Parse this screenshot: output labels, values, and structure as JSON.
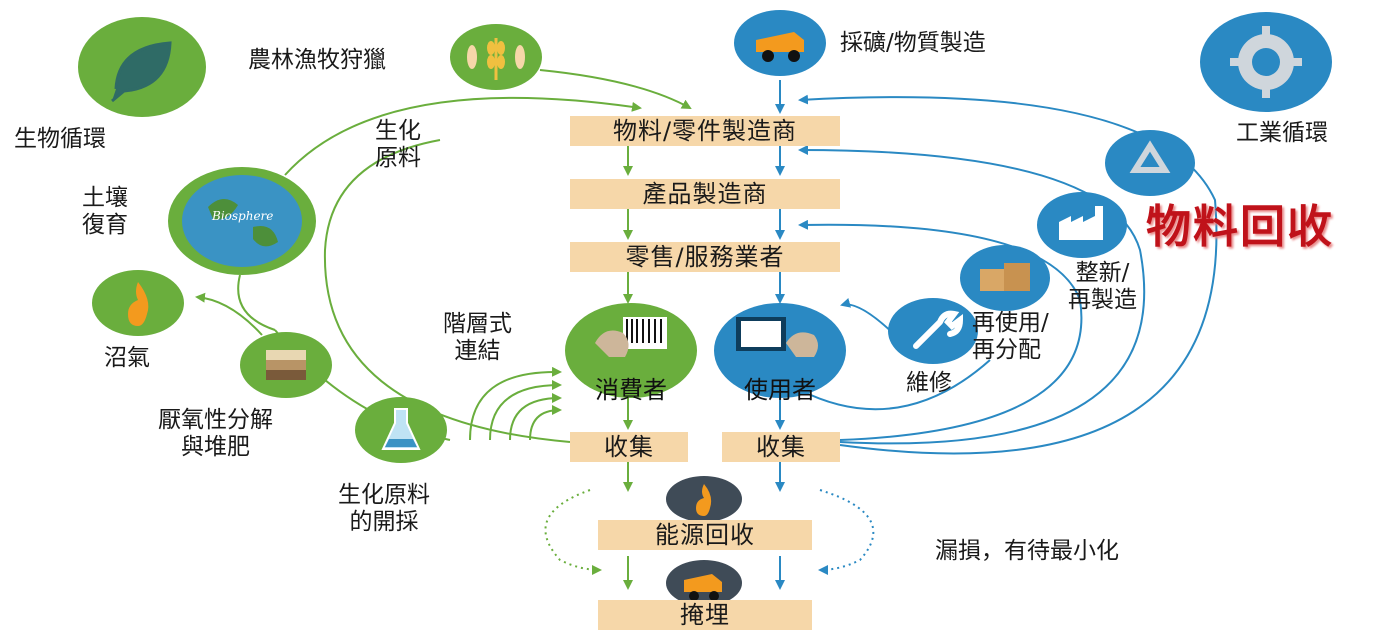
{
  "colors": {
    "bio_green": "#6aae3d",
    "tech_blue": "#2a89c3",
    "box_fill": "#f6d7a9",
    "highlight_red": "#c0121a"
  },
  "diagram": {
    "bio_cycle": "生物循環",
    "tech_cycle": "工業循環",
    "material_recovery": "物料回收",
    "sources": {
      "agriculture": "農林漁牧狩獵",
      "mining": "採礦/物質製造"
    },
    "chain": {
      "parts_maker": "物料/零件製造商",
      "product_maker": "產品製造商",
      "retail": "零售/服務業者",
      "consumer": "消費者",
      "user": "使用者",
      "collect_left": "收集",
      "collect_right": "收集",
      "energy_recovery": "能源回收",
      "landfill": "掩埋"
    },
    "bio_side": {
      "biochem_feedstock": "生化\n原料",
      "soil_restoration": "土壤\n復育",
      "biosphere": "Biosphere",
      "biogas": "沼氣",
      "anaerobic": "厭氧性分解\n與堆肥",
      "extraction": "生化原料\n的開採",
      "cascades": "階層式\n連結"
    },
    "tech_side": {
      "refurbish": "整新/\n再製造",
      "reuse": "再使用/\n再分配",
      "maintenance": "維修"
    },
    "leakage": "漏損，有待最小化"
  }
}
